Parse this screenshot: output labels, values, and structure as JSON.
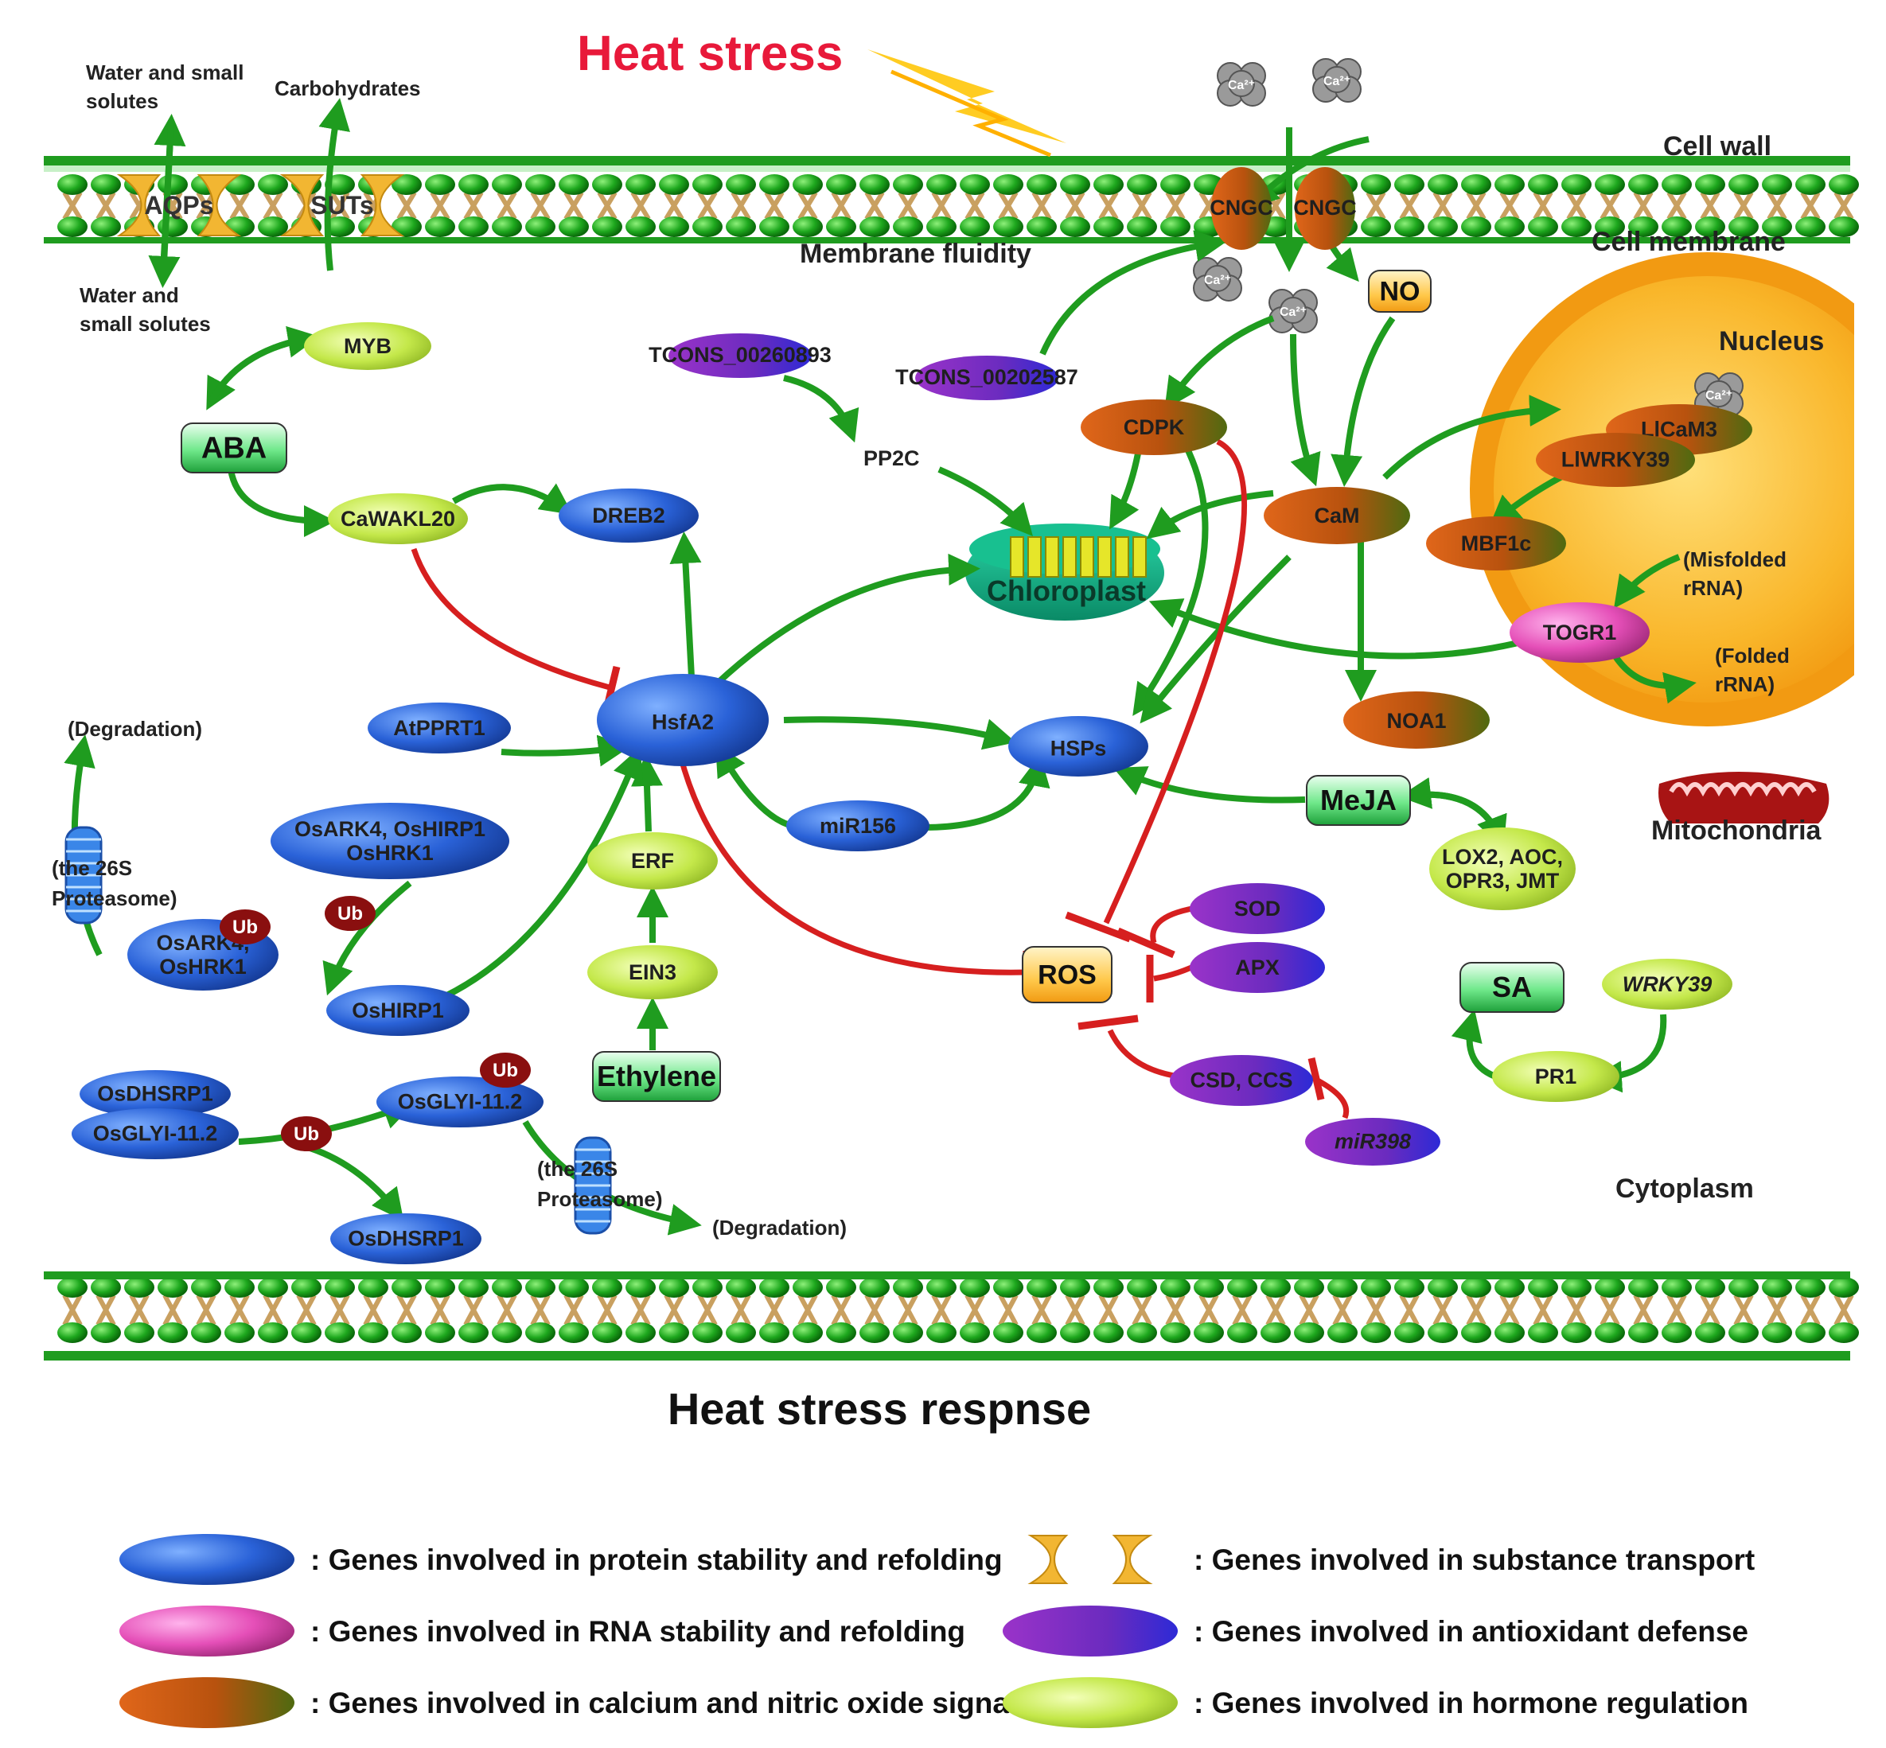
{
  "title": "Heat stress",
  "subtitle": "Heat stress respnse",
  "colors": {
    "activation": "#1f9c1f",
    "inhibition": "#d61f1f",
    "protein": "#2a62d8",
    "rna": "#e54fb8",
    "calcium": "#b8520e",
    "transport": "#f2b632",
    "antioxidant": "#6b2bbf",
    "hormone": "#b6dc3a",
    "title_red": "#e8193a"
  },
  "compartments": {
    "cell_wall": "Cell wall",
    "cell_membrane": "Cell membrane",
    "membrane_fluidity": "Membrane fluidity",
    "nucleus": "Nucleus",
    "mitochondria": "Mitochondria",
    "cytoplasm": "Cytoplasm",
    "chloroplast": "Chloroplast"
  },
  "transport": {
    "water_top": [
      "Water and small",
      "solutes"
    ],
    "carbohydrates": "Carbohydrates",
    "water_bottom": [
      "Water and",
      "small solutes"
    ],
    "aqps": "AQPs",
    "suts": "SUTs",
    "cngc1": "CNGC",
    "cngc2": "CNGC",
    "ca_ion": "Ca²⁺"
  },
  "nodes": {
    "myb": "MYB",
    "aba": "ABA",
    "cawakl20": "CaWAKL20",
    "dreb2": "DREB2",
    "tcons1": "TCONS_00260893",
    "tcons2": "TCONS_00202587",
    "pp2c": "PP2C",
    "cdpk": "CDPK",
    "cam": "CaM",
    "no": "NO",
    "licam3": "LlCaM3",
    "liwrky39": "LlWRKY39",
    "mbf1c": "MBF1c",
    "misfolded": [
      "(Misfolded",
      "rRNA)"
    ],
    "togr1": "TOGR1",
    "folded": [
      "(Folded",
      "rRNA)"
    ],
    "noa1": "NOA1",
    "hsfa2": "HsfA2",
    "hsps": "HSPs",
    "atpprt1": "AtPPRT1",
    "mir156": "miR156",
    "erf": "ERF",
    "ein3": "EIN3",
    "ethylene": "Ethylene",
    "meja": "MeJA",
    "lox": [
      "LOX2, AOC,",
      "OPR3, JMT"
    ],
    "ros": "ROS",
    "sod": "SOD",
    "apx": "APX",
    "csd": "CSD, CCS",
    "mir398": "miR398",
    "sa": "SA",
    "pr1": "PR1",
    "wrky39": "WRKY39",
    "degradation1": "(Degradation)",
    "proteasome1": [
      "(the 26S",
      "Proteasome)"
    ],
    "osark4_hirp1": [
      "OsARK4, OsHIRP1",
      "OsHRK1"
    ],
    "osark4_hrk1": [
      "OsARK4,",
      "OsHRK1"
    ],
    "oshirp1": "OsHIRP1",
    "ub": "Ub",
    "osdhsrp1_a": "OsDHSRP1",
    "osglyi_a": "OsGLYI-11.2",
    "osglyi_b": "OsGLYI-11.2",
    "osdhsrp1_b": "OsDHSRP1",
    "proteasome2": [
      "(the 26S",
      "Proteasome)"
    ],
    "degradation2": "(Degradation)"
  },
  "legend": [
    {
      "label": ": Genes involved in protein stability and refolding",
      "color": "#2a62d8"
    },
    {
      "label": ": Genes involved in RNA stability and refolding",
      "color": "#e54fb8"
    },
    {
      "label": ": Genes involved in calcium and nitric oxide signal",
      "color": "#b8520e"
    },
    {
      "label": ": Genes involved in substance transport",
      "color": "#f2b632"
    },
    {
      "label": ": Genes involved in antioxidant defense",
      "color": "#6b2bbf"
    },
    {
      "label": ": Genes involved in hormone regulation",
      "color": "#b6dc3a"
    }
  ]
}
